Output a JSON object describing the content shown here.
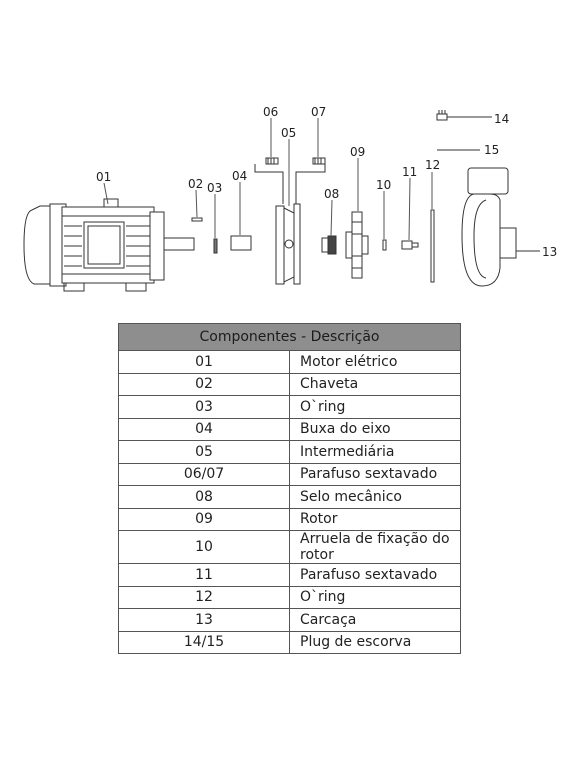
{
  "callouts": [
    "01",
    "02",
    "03",
    "04",
    "05",
    "06",
    "07",
    "08",
    "09",
    "10",
    "11",
    "12",
    "13",
    "14",
    "15"
  ],
  "table": {
    "header": "Componentes - Descrição",
    "rows": [
      {
        "code": "01",
        "desc": "Motor elétrico"
      },
      {
        "code": "02",
        "desc": "Chaveta"
      },
      {
        "code": "03",
        "desc": "O`ring"
      },
      {
        "code": "04",
        "desc": "Buxa do eixo"
      },
      {
        "code": "05",
        "desc": "Intermediária"
      },
      {
        "code": "06/07",
        "desc": "Parafuso sextavado"
      },
      {
        "code": "08",
        "desc": "Selo mecânico"
      },
      {
        "code": "09",
        "desc": "Rotor"
      },
      {
        "code": "10",
        "desc": "Arruela de fixação do rotor"
      },
      {
        "code": "11",
        "desc": "Parafuso sextavado"
      },
      {
        "code": "12",
        "desc": "O`ring"
      },
      {
        "code": "13",
        "desc": "Carcaça"
      },
      {
        "code": "14/15",
        "desc": "Plug de escorva"
      }
    ]
  }
}
